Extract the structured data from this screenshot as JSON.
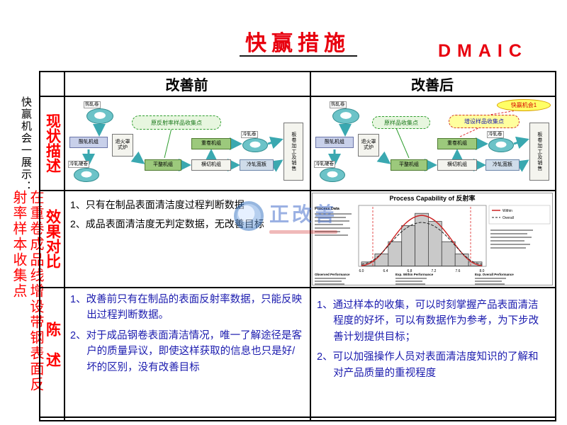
{
  "slide": {
    "title": "快赢措施",
    "dmaic": "DMAIC"
  },
  "side_note": {
    "black": "快赢机会一展示：",
    "red_col1": "在重卷成品线增设带钢表面反",
    "red_col2": "射率样本收集点"
  },
  "table": {
    "header_before": "改善前",
    "header_after": "改善后",
    "row_labels": [
      "现状描述",
      "效果对比",
      "陈述"
    ]
  },
  "flow": {
    "hot_coil": "热轧卷",
    "acid_mill": "酸轧机组",
    "anneal": "退火罩式炉",
    "hard_coil": "冷轧硬卷",
    "temper": "平整机组",
    "rewind": "重卷机组",
    "crosscut": "横切机组",
    "cold_coil": "冷轧卷",
    "wide_plate": "冷轧宽板",
    "sales": "板卷加工及销售"
  },
  "diagram_before": {
    "annotation": "原反射率样品收集点"
  },
  "diagram_after": {
    "annotation_original": "原样品收集点",
    "annotation_new": "增设样品收集点",
    "opportunity": "快赢机会1"
  },
  "effect_row": {
    "left_lines": [
      "1、只有在制品表面清洁度过程判断数据",
      "2、成品表面清洁度无判定数据，无改善目标"
    ]
  },
  "statement_row": {
    "before": [
      "1、改善前只有在制品的表面反射率数据，只能反映出过程判断数据。",
      "2、对于成品钢卷表面清洁情况，唯一了解途径是客户的质量异议，即使这样获取的信息也只是好/坏的区别，没有改善目标"
    ],
    "after": [
      "1、通过样本的收集，可以时刻掌握产品表面清洁程度的好坏，可以有数据作为参考，为下步改善计划提供目标；",
      "2、可以加强操作人员对表面清洁度知识的了解和对产品质量的重视程度"
    ]
  },
  "watermark": {
    "text": "正改善"
  },
  "chart_data": {
    "type": "bar",
    "title": "Process Capability of 反射率",
    "categories": [
      "6.0",
      "6.4",
      "6.8",
      "7.2",
      "7.6",
      "8.0"
    ],
    "values": [
      1,
      3,
      6,
      10,
      13,
      11,
      6,
      3,
      1
    ],
    "ylim": [
      0,
      14
    ],
    "xlabel": "",
    "ylabel": "",
    "legend": [
      "Within",
      "Overall"
    ],
    "legend_position": "right",
    "grid": false,
    "panels": [
      "Process Data",
      "Observed Performance",
      "Exp. Within Performance",
      "Exp. Overall Performance"
    ]
  },
  "colors": {
    "title_red": "#e8000f",
    "label_red": "#ff0000",
    "statement_blue": "#1a1aae",
    "arrow_teal": "#3aa8b0",
    "green_box": "#9cc97c",
    "yellow_note": "#ffff9e"
  }
}
